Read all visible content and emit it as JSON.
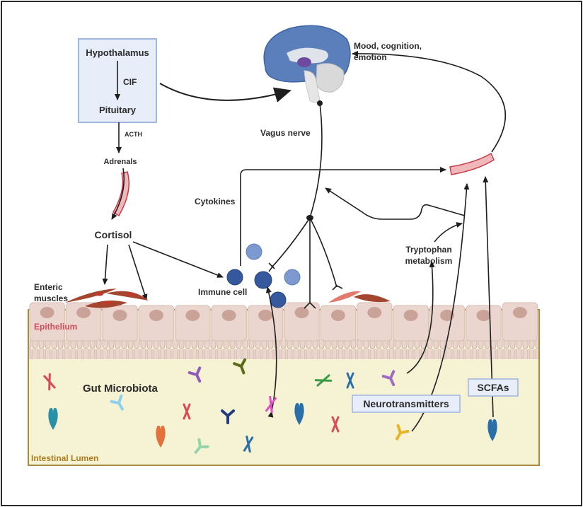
{
  "diagram": {
    "hpa_box": {
      "hypothalamus": "Hypothalamus",
      "cif": "CIF",
      "pituitary": "Pituitary"
    },
    "acth": "ACTH",
    "adrenals": "Adrenals",
    "cortisol": "Cortisol",
    "enteric_muscles": [
      "Enteric",
      "muscles"
    ],
    "brain_output": [
      "Mood, cognition,",
      "emotion"
    ],
    "vagus_nerve": "Vagus nerve",
    "cytokines": "Cytokines",
    "immune_cell": "Immune cell",
    "tryptophan": [
      "Tryptophan",
      "metabolism"
    ],
    "epithelium": "Epithelium",
    "gut_microbiota": "Gut Microbiota",
    "neurotransmitters": "Neurotransmitters",
    "scfas": "SCFAs",
    "intestinal_lumen": "Intestinal Lumen"
  },
  "colors": {
    "box_fill": "#e8eef9",
    "box_stroke": "#9fb5de",
    "lumen_fill": "#f6f3d4",
    "lumen_stroke": "#a88a3c",
    "epithelium_fill": "#ead6cf",
    "nucleus": "#c9a398",
    "epithelium_text": "#d24b5a",
    "lumen_text": "#b07a1e",
    "brain_blue": "#5b7fbb",
    "immune_dark": "#35599c",
    "immune_light": "#7d9ad0",
    "muscle": "#a4452f",
    "vessel": "#e9a3a8"
  }
}
